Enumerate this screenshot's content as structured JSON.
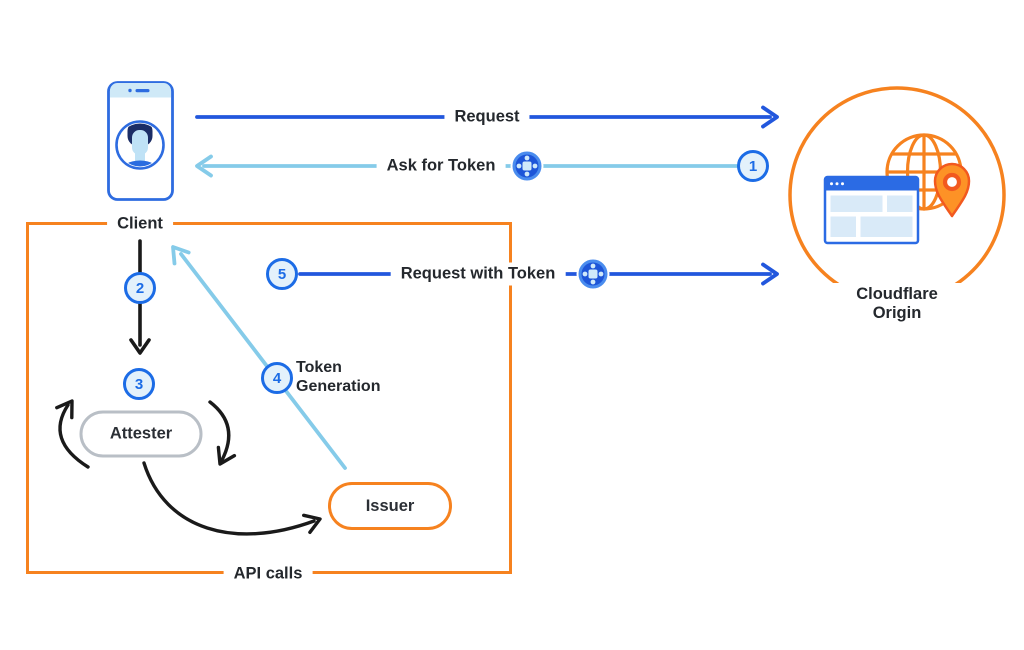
{
  "diagram": {
    "nodes": {
      "client": {
        "label": "Client"
      },
      "attester": {
        "label": "Attester"
      },
      "issuer": {
        "label": "Issuer"
      },
      "cloudflare_origin": {
        "label": "Cloudflare Origin"
      }
    },
    "flows": {
      "request": {
        "label": "Request"
      },
      "ask_for_token": {
        "label": "Ask for Token",
        "step": "1"
      },
      "client_to_attester": {
        "step": "2"
      },
      "attestation": {
        "step": "3"
      },
      "token_generation": {
        "label": "Token Generation",
        "step": "4"
      },
      "request_with_token": {
        "label": "Request with Token",
        "step": "5"
      },
      "api_calls": {
        "label": "API calls"
      }
    },
    "steps": [
      "1",
      "2",
      "3",
      "4",
      "5"
    ],
    "icons": {
      "phone": "phone-icon",
      "user_avatar": "user-avatar-icon",
      "token": "token-icon",
      "globe": "globe-icon",
      "browser_window": "browser-window-icon",
      "location_pin": "location-pin-icon"
    },
    "colors": {
      "primary_blue": "#2257dd",
      "light_blue": "#85cbe9",
      "orange": "#f6821f",
      "badge_fill": "#e3f1fb",
      "badge_stroke": "#1c6ce6",
      "arrow_black": "#1a1a1a",
      "text": "#24282d",
      "attester_border": "#b9bfc6",
      "token_disc": "#1d55d8",
      "token_light": "#cfe9fa"
    }
  }
}
